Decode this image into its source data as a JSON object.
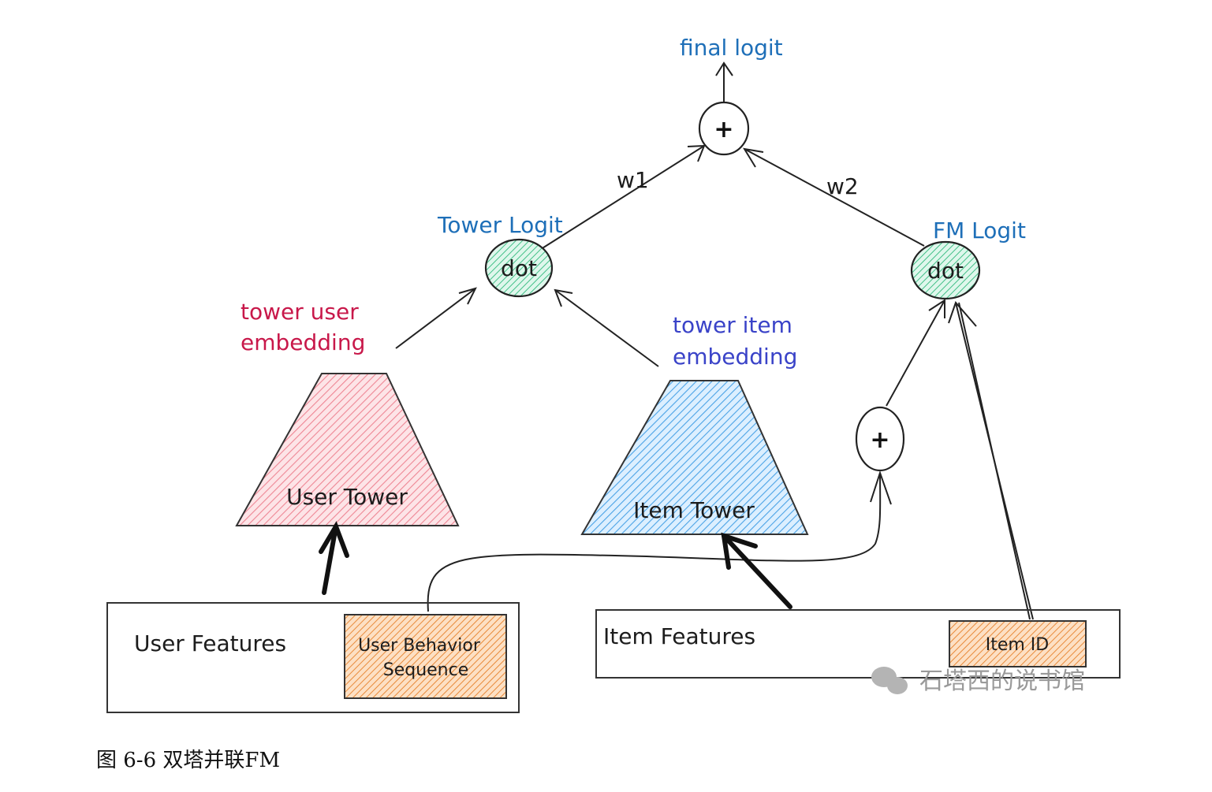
{
  "diagram": {
    "final_logit": "final logit",
    "plus_top": "+",
    "plus_side": "+",
    "w1": "w1",
    "w2": "w2",
    "tower_logit": "Tower Logit",
    "fm_logit": "FM Logit",
    "dot_left": "dot",
    "dot_right": "dot",
    "tower_user_embedding": [
      "tower user",
      "embedding"
    ],
    "tower_item_embedding": [
      "tower item",
      "embedding"
    ],
    "user_tower": "User Tower",
    "item_tower": "Item Tower",
    "user_features": "User Features",
    "user_behavior_sequence": [
      "User Behavior",
      "Sequence"
    ],
    "item_features": "Item Features",
    "item_id": "Item ID"
  },
  "watermark": "石塔西的说书馆",
  "caption": "图 6-6 双塔并联FM",
  "colors": {
    "tower_user": "#f4a3ad",
    "tower_item": "#74b9ee",
    "dot_fill": "#7ed9b0",
    "feature_fill": "#f4a15c",
    "label_blue": "#1e6fb8",
    "label_pink": "#c8184a",
    "label_violet": "#3a43c8"
  }
}
